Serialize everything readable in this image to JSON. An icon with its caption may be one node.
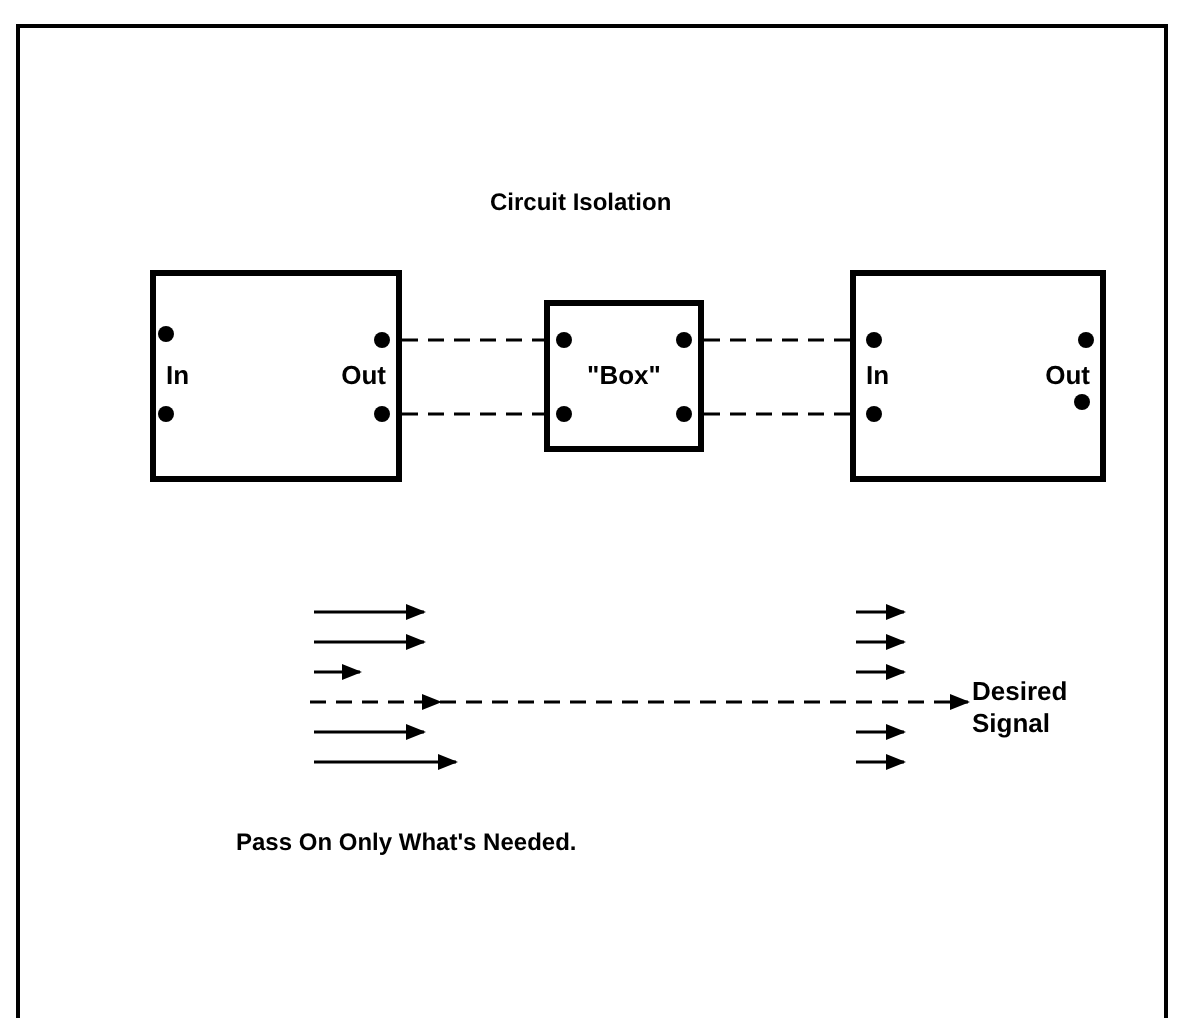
{
  "diagram": {
    "title": "Circuit Isolation",
    "nodes": [
      {
        "text": [
          "In",
          "Out"
        ]
      },
      {
        "text": [
          "\"Box\""
        ]
      },
      {
        "text": [
          "In",
          "Out"
        ]
      },
      {
        "text": [
          "Desired Signal"
        ]
      }
    ],
    "edges": [
      {
        "from": 0,
        "to": 1,
        "arrow": "none",
        "style": "dashed"
      },
      {
        "from": 0,
        "to": 1,
        "arrow": "none",
        "style": "dashed"
      },
      {
        "from": 1,
        "to": 2,
        "arrow": "none",
        "style": "dashed"
      },
      {
        "from": 1,
        "to": 2,
        "arrow": "none",
        "style": "dashed"
      },
      {
        "from": null,
        "to": 3,
        "arrow": "to",
        "style": "dashed"
      }
    ],
    "caption": "Pass On Only What's Needed."
  }
}
